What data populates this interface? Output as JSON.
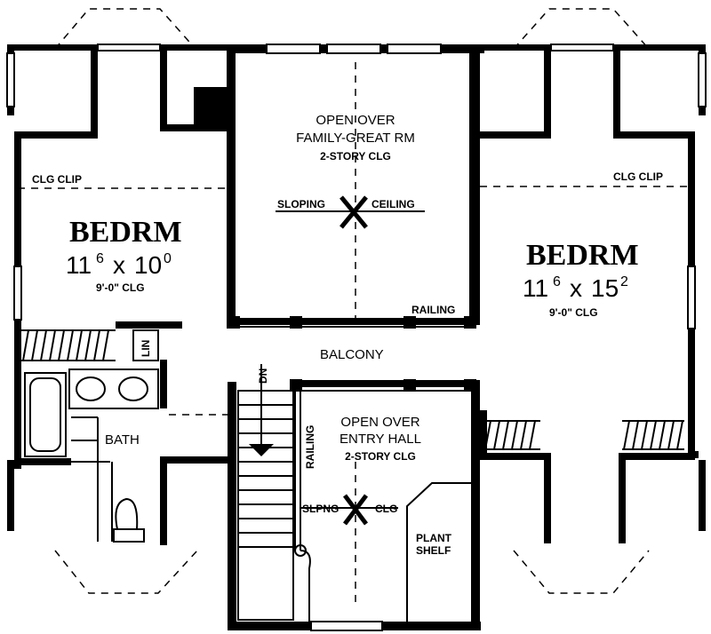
{
  "plan": {
    "clg_clip_left": "CLG CLIP",
    "clg_clip_right": "CLG CLIP",
    "bedroom_left": {
      "name": "BEDRM",
      "width": "11",
      "width_sup": "6",
      "times": "x",
      "depth": "10",
      "depth_sup": "0",
      "ceiling": "9'-0\" CLG"
    },
    "bedroom_right": {
      "name": "BEDRM",
      "width": "11",
      "width_sup": "6",
      "times": "x",
      "depth": "15",
      "depth_sup": "2",
      "ceiling": "9'-0\" CLG"
    },
    "open_family": {
      "line1": "OPEN OVER",
      "line2": "FAMILY-GREAT RM",
      "line3": "2-STORY CLG",
      "sloping": "SLOPING",
      "ceiling": "CEILING"
    },
    "open_entry": {
      "line1": "OPEN OVER",
      "line2": "ENTRY HALL",
      "line3": "2-STORY CLG",
      "slpng": "SLPNG",
      "clg": "CLG"
    },
    "railing_top": "RAILING",
    "railing_stair": "RAILING",
    "balcony": "BALCONY",
    "linen": "LIN",
    "bath": "BATH",
    "dn": "DN",
    "plant_shelf_line1": "PLANT",
    "plant_shelf_line2": "SHELF"
  }
}
